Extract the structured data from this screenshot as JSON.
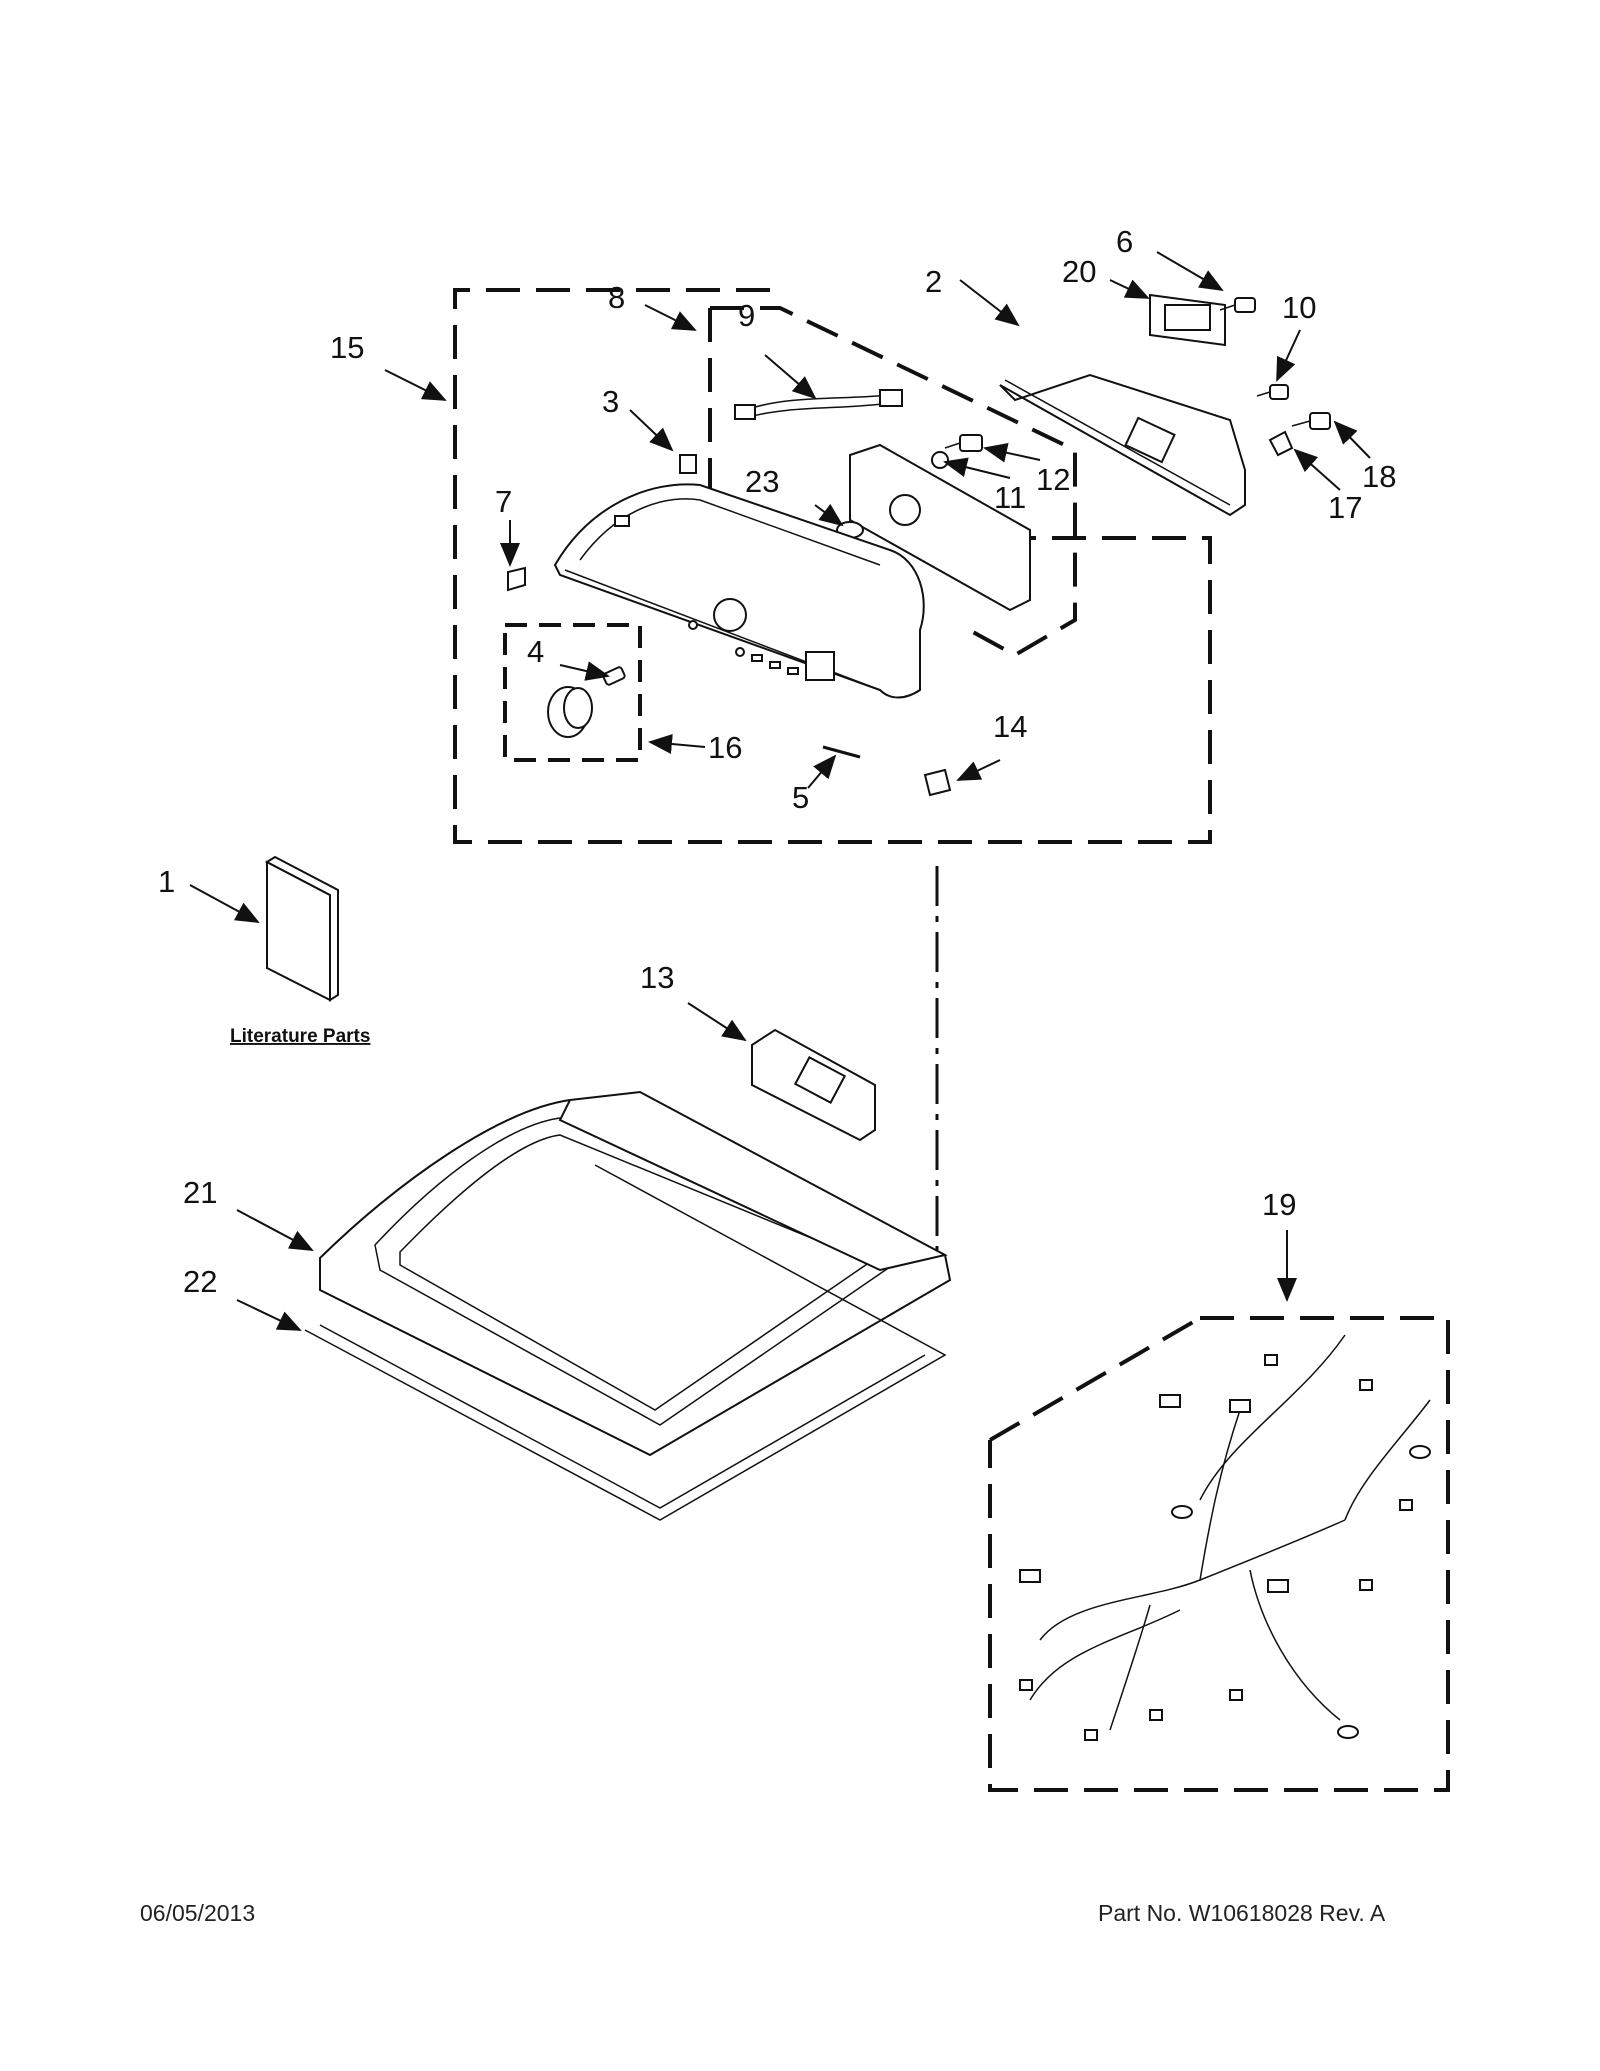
{
  "callouts": {
    "c1": "1",
    "c2": "2",
    "c3": "3",
    "c4": "4",
    "c5": "5",
    "c6": "6",
    "c7": "7",
    "c8": "8",
    "c9": "9",
    "c10": "10",
    "c11": "11",
    "c12": "12",
    "c13": "13",
    "c14": "14",
    "c15": "15",
    "c16": "16",
    "c17": "17",
    "c18": "18",
    "c19": "19",
    "c20": "20",
    "c21": "21",
    "c22": "22",
    "c23": "23"
  },
  "literature_label": "Literature Parts",
  "footer": {
    "date": "06/05/2013",
    "part_no": "Part No.  W10618028  Rev.  A"
  }
}
